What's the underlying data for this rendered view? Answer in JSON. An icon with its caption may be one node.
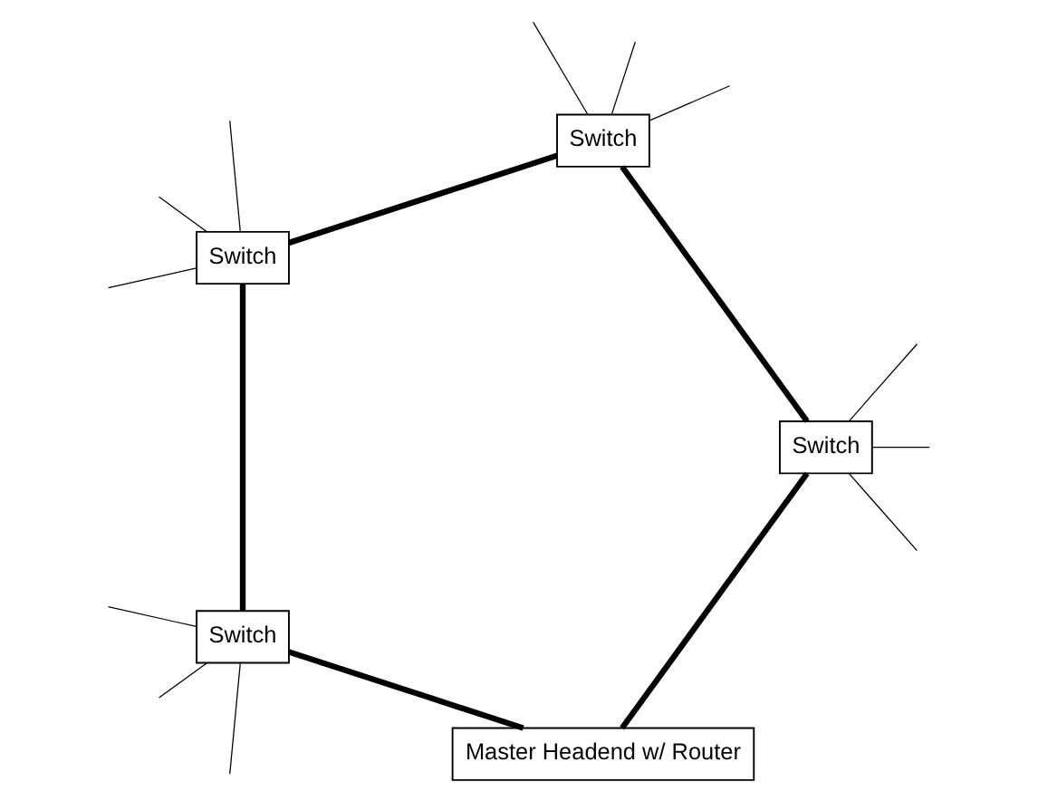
{
  "diagram": {
    "nodes": [
      {
        "text": [
          "Master Headend w/ Router"
        ]
      },
      {
        "text": [
          "Switch"
        ]
      },
      {
        "text": [
          "Switch"
        ]
      },
      {
        "text": [
          "Switch"
        ]
      },
      {
        "text": [
          "Switch"
        ]
      }
    ],
    "edges": [
      {
        "from": 0,
        "to": 1,
        "arrow": "none",
        "style": "thick"
      },
      {
        "from": 1,
        "to": 2,
        "arrow": "none",
        "style": "thick"
      },
      {
        "from": 2,
        "to": 3,
        "arrow": "none",
        "style": "thick"
      },
      {
        "from": 3,
        "to": 4,
        "arrow": "none",
        "style": "thick"
      },
      {
        "from": 4,
        "to": 0,
        "arrow": "none",
        "style": "thick"
      },
      {
        "from": 1,
        "to": null,
        "arrow": "none"
      },
      {
        "from": 1,
        "to": null,
        "arrow": "none"
      },
      {
        "from": 1,
        "to": null,
        "arrow": "none"
      },
      {
        "from": 2,
        "to": null,
        "arrow": "none"
      },
      {
        "from": 2,
        "to": null,
        "arrow": "none"
      },
      {
        "from": 2,
        "to": null,
        "arrow": "none"
      },
      {
        "from": 3,
        "to": null,
        "arrow": "none"
      },
      {
        "from": 3,
        "to": null,
        "arrow": "none"
      },
      {
        "from": 3,
        "to": null,
        "arrow": "none"
      },
      {
        "from": 4,
        "to": null,
        "arrow": "none"
      },
      {
        "from": 4,
        "to": null,
        "arrow": "none"
      },
      {
        "from": 4,
        "to": null,
        "arrow": "none"
      }
    ]
  }
}
